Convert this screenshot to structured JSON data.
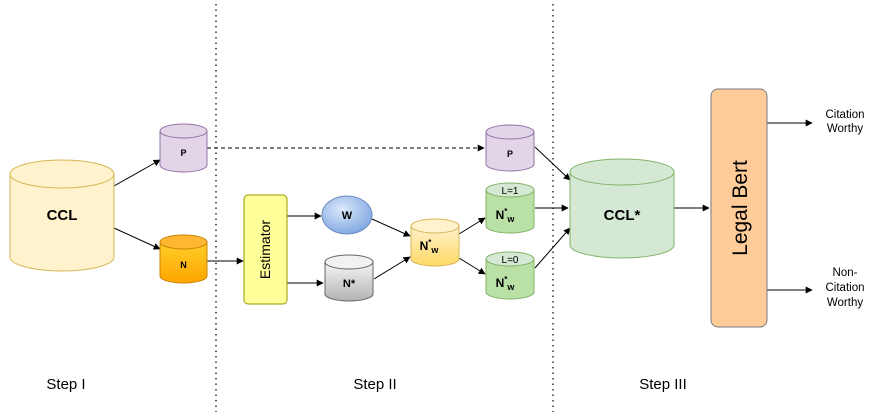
{
  "nodes": {
    "ccl": {
      "label": "CCL",
      "color": "#fff2cc",
      "stroke": "#d6b656"
    },
    "p_src": {
      "label": "P",
      "color": "#e1d5e7",
      "stroke": "#9673a6"
    },
    "n_src": {
      "label": "N",
      "color": "#ffa500",
      "stroke": "#c98400"
    },
    "estimator": {
      "label": "Estimator",
      "color": "#ffff99",
      "stroke": "#999900"
    },
    "w": {
      "label": "W",
      "color": "#7ea6e0"
    },
    "n_star": {
      "label": "N*",
      "color": "#cccccc"
    },
    "n_star_w": {
      "label_main": "N",
      "label_sup": "*",
      "label_sub": "w",
      "color": "#fff2cc",
      "stroke": "#d6b656"
    },
    "p_dst": {
      "label": "P",
      "color": "#e1d5e7",
      "stroke": "#9673a6"
    },
    "l1": {
      "level": "L=1",
      "label_main": "N",
      "label_sup": "*",
      "label_sub": "w",
      "color": "#d5e8d4",
      "stroke": "#82b366"
    },
    "l0": {
      "level": "L=0",
      "label_main": "N",
      "label_sup": "*",
      "label_sub": "w",
      "color": "#d5e8d4",
      "stroke": "#82b366"
    },
    "ccl_star": {
      "label": "CCL*",
      "color": "#d5e8d4",
      "stroke": "#82b366"
    },
    "legal_bert": {
      "label": "Legal Bert",
      "color": "#ffcc99",
      "stroke": "#7a7a7a"
    }
  },
  "outputs": {
    "citation_worthy": [
      "Citation",
      "Worthy"
    ],
    "non_citation_worthy": [
      "Non-",
      "Citation",
      "Worthy"
    ]
  },
  "steps": [
    "Step I",
    "Step II",
    "Step III"
  ]
}
